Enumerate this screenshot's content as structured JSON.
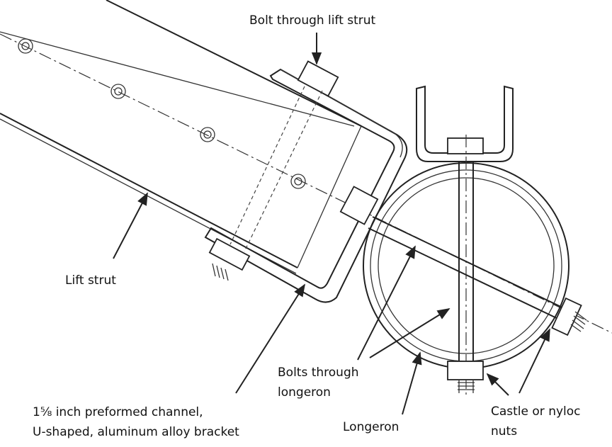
{
  "diagram": {
    "labels": {
      "bolt_through_lift_strut": "Bolt through lift strut",
      "lift_strut": "Lift strut",
      "channel_bracket_line1": "1⅝ inch preformed channel,",
      "channel_bracket_line2": "U-shaped, aluminum alloy bracket",
      "bolts_through_longeron_line1": "Bolts through",
      "bolts_through_longeron_line2": "longeron",
      "longeron": "Longeron",
      "castle_nuts_line1": "Castle or nyloc",
      "castle_nuts_line2": "nuts"
    }
  }
}
